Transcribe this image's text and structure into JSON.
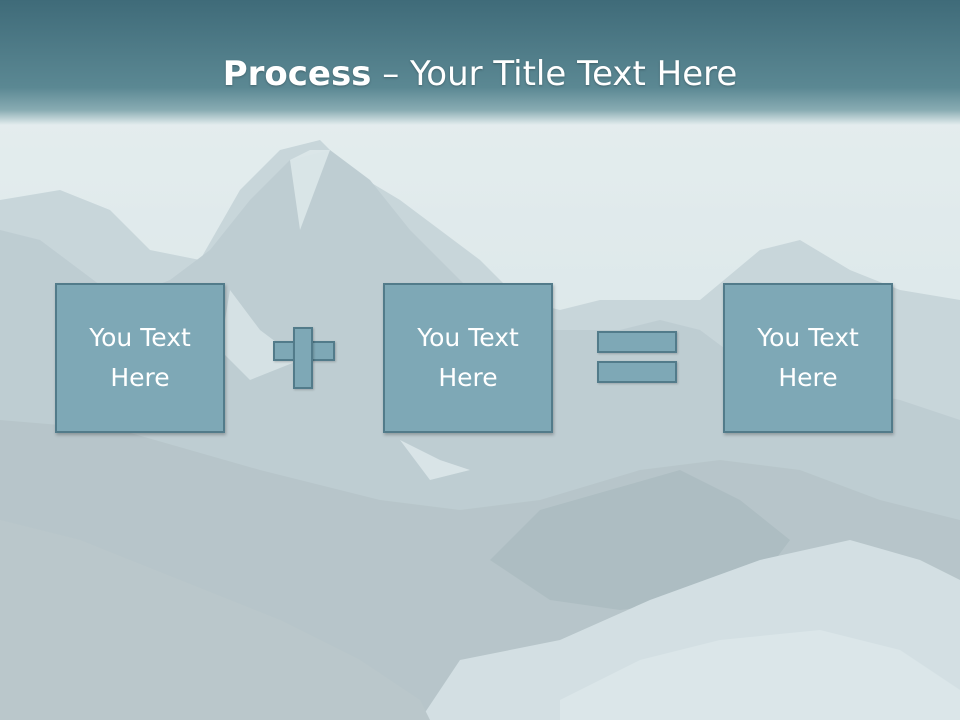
{
  "slide": {
    "title_bold": "Process",
    "title_rest": " – Your Title Text Here"
  },
  "boxes": [
    {
      "text": "You Text Here"
    },
    {
      "text": "You Text Here"
    },
    {
      "text": "You Text Here"
    }
  ],
  "operators": [
    "plus",
    "equals"
  ],
  "colors": {
    "header": "#3f6b79",
    "box_fill": "#7ea8b6",
    "box_border": "#527b8a",
    "text": "#ffffff"
  }
}
